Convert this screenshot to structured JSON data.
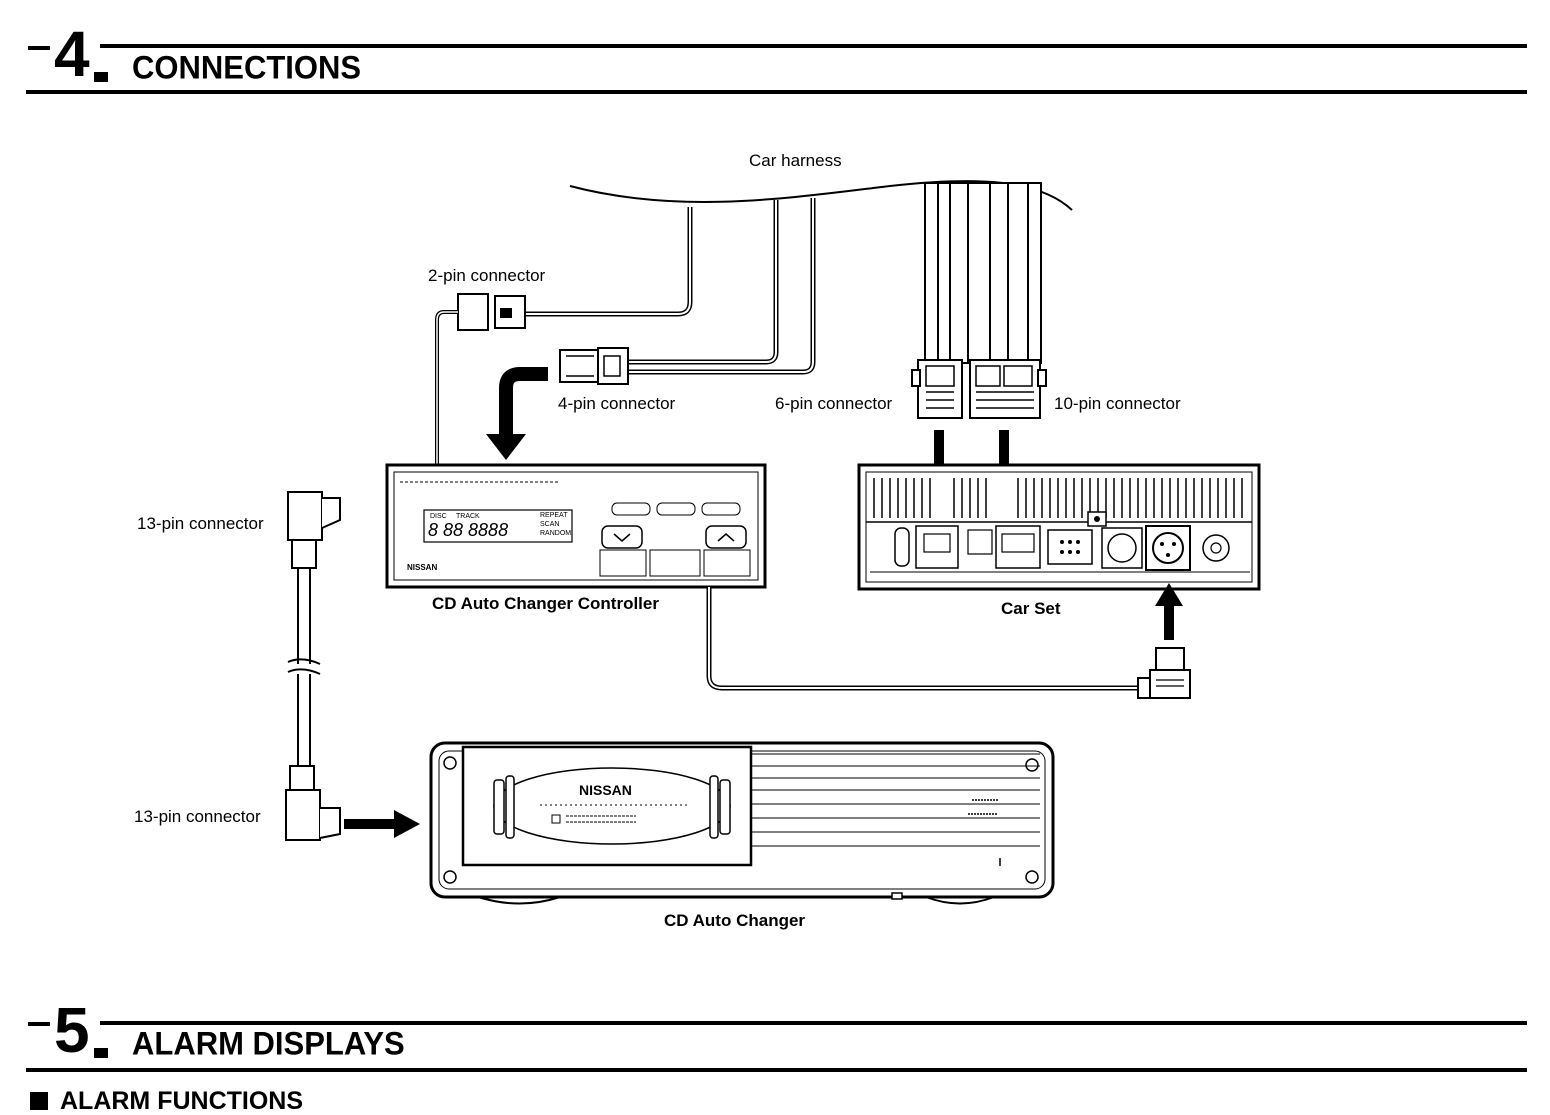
{
  "section4": {
    "number": "4",
    "title": "CONNECTIONS"
  },
  "section5": {
    "number": "5",
    "title": "ALARM DISPLAYS"
  },
  "subheading": {
    "text": "ALARM FUNCTIONS"
  },
  "diagram": {
    "labels": {
      "car_harness": "Car harness",
      "pin2": "2-pin connector",
      "pin4": "4-pin connector",
      "pin6": "6-pin connector",
      "pin10": "10-pin connector",
      "pin13_top": "13-pin connector",
      "pin13_bottom": "13-pin connector"
    },
    "units": {
      "controller": "CD Auto Changer Controller",
      "car_set": "Car Set",
      "changer": "CD Auto Changer"
    },
    "controller_panel": {
      "brand": "NISSAN",
      "disc_label": "DISC",
      "track_label": "TRACK",
      "display_digits": "8 88  8888",
      "modes": [
        "REPEAT",
        "SCAN",
        "RANDOM"
      ]
    },
    "changer_panel": {
      "brand": "NISSAN"
    }
  }
}
